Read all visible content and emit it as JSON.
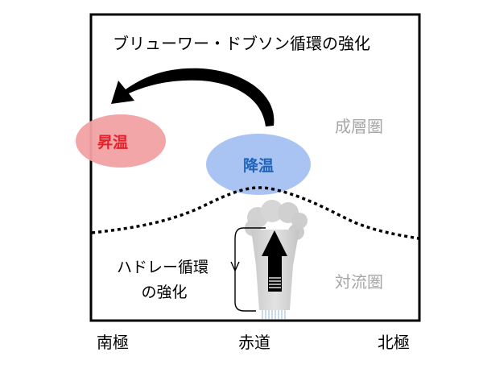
{
  "title": "ブリューワー・ドブソン循環の強化",
  "regions": {
    "stratosphere": "成層圏",
    "troposphere": "対流圏"
  },
  "features": {
    "warming": "昇温",
    "cooling": "降温",
    "hadley_line1": "ハドレー循環",
    "hadley_line2": "の強化"
  },
  "x_labels": {
    "south_pole": "南極",
    "equator": "赤道",
    "north_pole": "北極"
  },
  "colors": {
    "warming_fill": "#f2a1a3",
    "warming_text": "#e8202a",
    "cooling_fill": "#a9c4f3",
    "cooling_text": "#1f64b8",
    "region_text": "#a6a6a6"
  }
}
